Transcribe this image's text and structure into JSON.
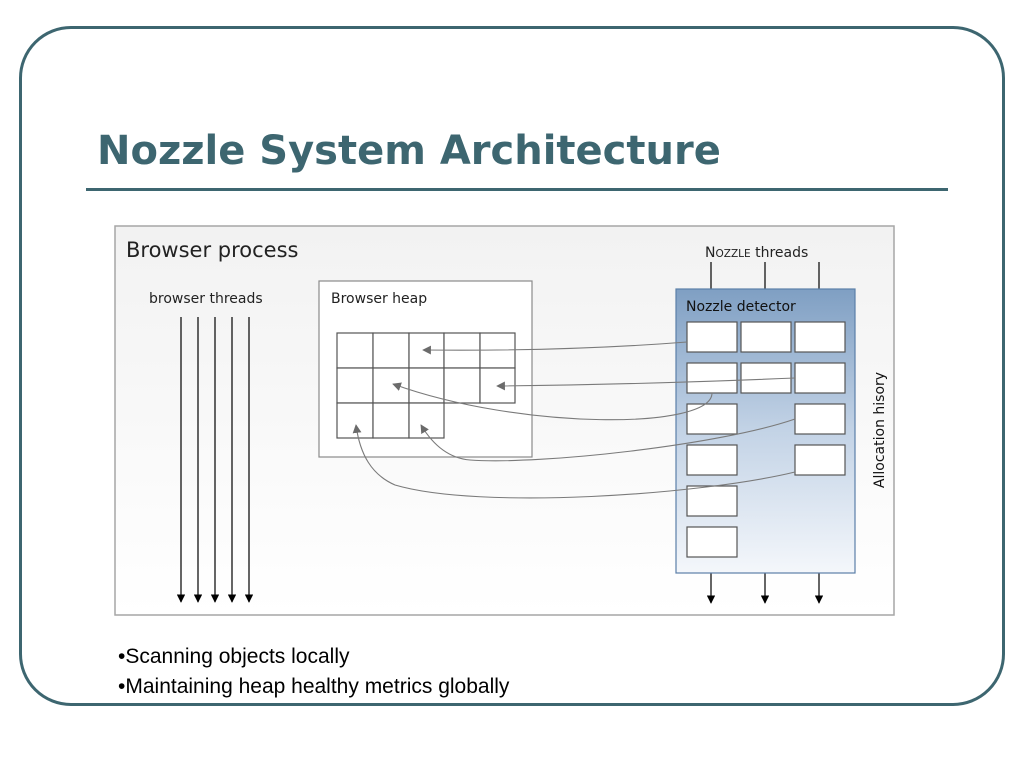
{
  "slide": {
    "title": "Nozzle System Architecture"
  },
  "diagram": {
    "process_label": "Browser process",
    "browser_threads_label": "browser threads",
    "nozzle_threads_label_prefix": "N",
    "nozzle_threads_label_smallcaps": "OZZLE",
    "nozzle_threads_label_suffix": " threads",
    "heap_label": "Browser heap",
    "detector_label": "Nozzle detector",
    "allocation_label": "Allocation hisory",
    "colors": {
      "frame": "#3d6670",
      "title": "#3d6670",
      "detector_top": "#7f9fc3",
      "detector_bottom": "#f4f7fb",
      "panel_border": "#a6a6a6"
    }
  },
  "bullets": [
    "•Scanning objects locally",
    "•Maintaining heap healthy metrics globally"
  ]
}
